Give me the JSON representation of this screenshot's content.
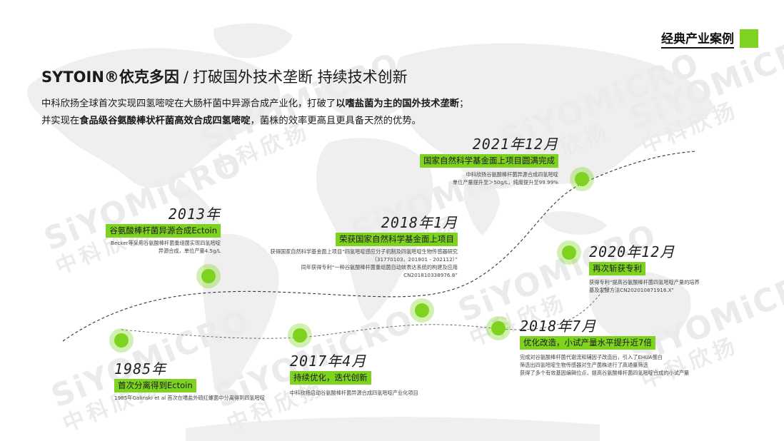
{
  "corner_tag": "经典产业案例",
  "headline": {
    "brand": "SYTOIN®依克多因",
    "separator": "/",
    "slogan": "打破国外技术垄断 持续技术创新"
  },
  "intro": {
    "line1_a": "中科欣扬全球首次实现四氢嘧啶在大肠杆菌中异源合成产业化，打破了",
    "line1_b": "以嗜盐菌为主的国外技术垄断",
    "line1_c": "；",
    "line2_a": "并实现在",
    "line2_b": "食品级谷氨酸棒状杆菌高效合成四氢嘧啶",
    "line2_c": "，菌株的效率更高且更具备天然的优势。"
  },
  "watermark": {
    "latin": "SiYOMiCRO",
    "cjk": "中科欣扬"
  },
  "timeline": {
    "e1985": {
      "date": "1985年",
      "title": "首次分离得到Ectoin",
      "desc": [
        "1985年Galinski et al 首次在嗜盐外硫红螺菌中分离得到四氢嘧啶"
      ]
    },
    "e2013": {
      "date": "2013年",
      "title": "谷氨酸棒杆菌异源合成Ectoin",
      "desc": [
        "Becker等采用谷氨酸棒杆菌重组菌实现四氢嘧啶",
        "异源合成，单位产量4.5g/L"
      ]
    },
    "e2017": {
      "date": "2017年4月",
      "title": "持续优化，迭代创新",
      "desc": [
        "中科欣扬启动谷氨酸棒杆菌异源合成四氢嘧啶产业化项目"
      ]
    },
    "e2018_1": {
      "date": "2018年1月",
      "title": "荣获国家自然科学基金面上项目",
      "desc": [
        "获得国家自然科学基金面上项目“四氢嘧啶感应分子机制及四氢嘧啶生物传感器研究",
        "（31770103，201801 - 202112）”",
        "同年获得专利“一种谷氨酸棒杆菌重组菌自动效表达系统的构建及应用",
        "CN201810338976.8”"
      ]
    },
    "e2018_7": {
      "date": "2018年7月",
      "title": "优化改造，小试产量水平提升近7倍",
      "desc": [
        "完成对谷氨酸棒杆菌代谢流和辅因子改造后，引入了EHUA蛋白",
        "筛选出四氢嘧啶生物传感器对生产菌株进行了高通量筛选",
        "获得了多个有效基因编辑位点，提高谷氨酸棒杆菌四氢嘧啶合成的小试产量"
      ]
    },
    "e2020": {
      "date": "2020年12月",
      "title": "再次斩获专利",
      "desc": [
        "获得专利“提高谷氨酸棒杆菌四氢嘧啶产量的培养",
        "基及发酵方法CN202010871916.X”"
      ]
    },
    "e2021": {
      "date": "2021年12月",
      "title": "国家自然科学基金面上项目圆满完成",
      "desc": [
        "中科欣扬谷氨酸棒杆菌异源合成四氢嘧啶",
        "单位产量提升至＞50g/L，纯度提升至99.99%"
      ]
    }
  },
  "colors": {
    "accent": "#7ed321",
    "text": "#1a1a1a",
    "map": "#efefef"
  }
}
